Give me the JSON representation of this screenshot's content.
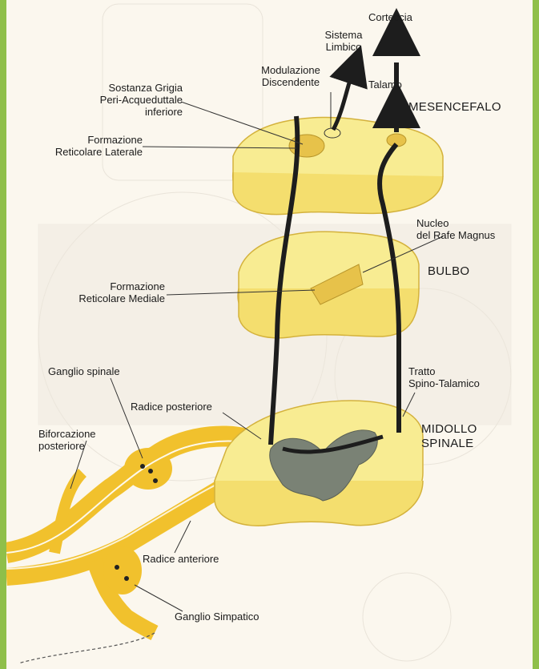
{
  "labels": {
    "corteccia": "Corteccia",
    "sistema_limbico": "Sistema\nLimbico",
    "modulazione_discendente": "Modulazione\nDiscendente",
    "talamo": "Talamo",
    "sostanza_grigia": "Sostanza Grigia\nPeri-Acqueduttale\ninferiore",
    "mesencefalo": "MESENCEFALO",
    "formazione_reticolare_laterale": "Formazione\nReticolare Laterale",
    "nucleo_rafe_magnus": "Nucleo\ndel Rafe Magnus",
    "bulbo": "BULBO",
    "formazione_reticolare_mediale": "Formazione\nReticolare Mediale",
    "ganglio_spinale": "Ganglio spinale",
    "tratto_spino_talamico": "Tratto\nSpino-Talamico",
    "radice_posteriore": "Radice posteriore",
    "midollo_spinale": "MIDOLLO\nSPINALE",
    "biforcazione_posteriore": "Biforcazione\nposteriore",
    "radice_anteriore": "Radice anteriore",
    "ganglio_simpatico": "Ganglio Simpatico"
  },
  "colors": {
    "tissue": "#f8ec92",
    "tissue_edge": "#d4b23c",
    "nerve": "#f1c12d",
    "grey_matter": "#7a8275",
    "tract": "#1d1d1d",
    "background": "#fbf7ee",
    "border": "#8fbf4a"
  }
}
